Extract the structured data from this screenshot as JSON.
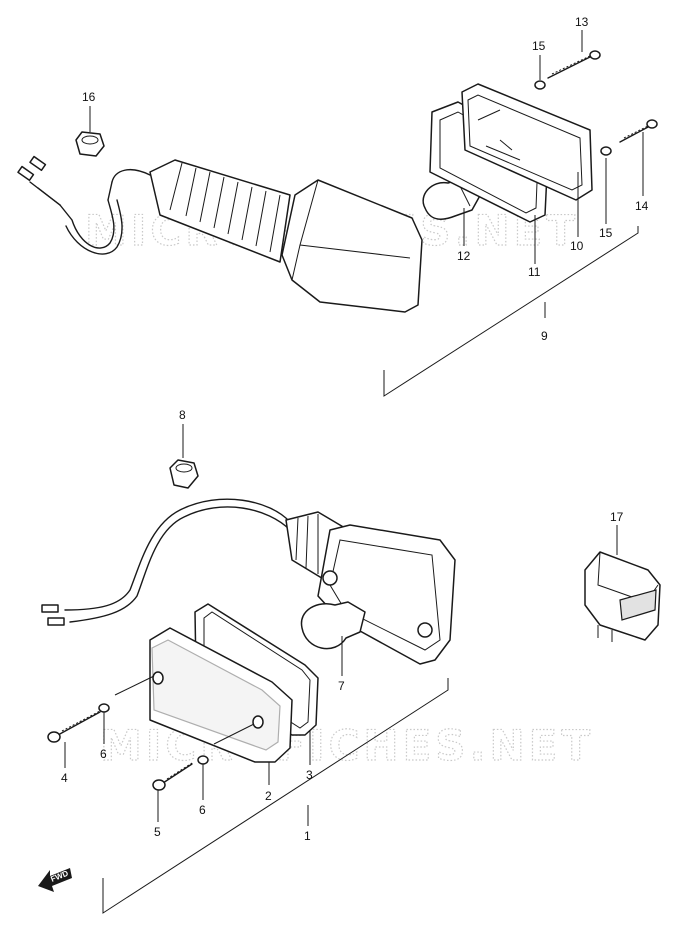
{
  "watermark": "MICROFICHES.NET",
  "fwd_label": "FWD",
  "callouts": {
    "p1": "1",
    "p2": "2",
    "p3": "3",
    "p4": "4",
    "p5": "5",
    "p6a": "6",
    "p6b": "6",
    "p7": "7",
    "p8": "8",
    "p9": "9",
    "p10": "10",
    "p11": "11",
    "p12": "12",
    "p13": "13",
    "p14": "14",
    "p15a": "15",
    "p15b": "15",
    "p16": "16",
    "p17": "17"
  }
}
